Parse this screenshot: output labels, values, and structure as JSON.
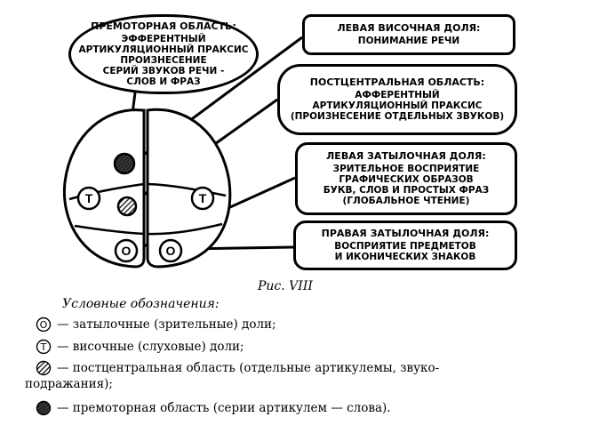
{
  "premotor": {
    "title": "ПРЕМОТОРНАЯ ОБЛАСТЬ:",
    "lines": [
      "ЭФФЕРЕНТНЫЙ",
      "АРТИКУЛЯЦИОННЫЙ ПРАКСИС",
      "ПРОИЗНЕСЕНИЕ",
      "СЕРИЙ ЗВУКОВ РЕЧИ -",
      "СЛОВ И ФРАЗ"
    ]
  },
  "temporal": {
    "title": "ЛЕВАЯ ВИСОЧНАЯ ДОЛЯ:",
    "lines": [
      "ПОНИМАНИЕ РЕЧИ"
    ]
  },
  "postcentral": {
    "title": "ПОСТЦЕНТРАЛЬНАЯ ОБЛАСТЬ:",
    "lines": [
      "АФФЕРЕНТНЫЙ",
      "АРТИКУЛЯЦИОННЫЙ ПРАКСИС",
      "(ПРОИЗНЕСЕНИЕ ОТДЕЛЬНЫХ ЗВУКОВ)"
    ]
  },
  "left_occipital": {
    "title": "ЛЕВАЯ ЗАТЫЛОЧНАЯ ДОЛЯ:",
    "lines": [
      "ЗРИТЕЛЬНОЕ ВОСПРИЯТИЕ",
      "ГРАФИЧЕСКИХ ОБРАЗОВ",
      "БУКВ, СЛОВ И ПРОСТЫХ ФРАЗ",
      "(ГЛОБАЛЬНОЕ ЧТЕНИЕ)"
    ]
  },
  "right_occipital": {
    "title": "ПРАВАЯ ЗАТЫЛОЧНАЯ ДОЛЯ:",
    "lines": [
      "ВОСПРИЯТИЕ ПРЕДМЕТОВ",
      "И ИКОНИЧЕСКИХ ЗНАКОВ"
    ]
  },
  "brain_labels": {
    "temporal": "T",
    "occipital": "O"
  },
  "caption": "Рис. VIII",
  "legend": {
    "title": "Условные обозначения:",
    "items": [
      {
        "symbol": "O",
        "text": "— затылочные (зрительные) доли;"
      },
      {
        "symbol": "T",
        "text": "— височные (слуховые) доли;"
      },
      {
        "symbol": "hatched",
        "text": "— постцентральная область (отдельные артикулемы, звуко-"
      },
      {
        "symbol": "",
        "text": "подражания);"
      },
      {
        "symbol": "dark",
        "text": "— премоторная область (серии артикулем — слова)."
      }
    ]
  }
}
